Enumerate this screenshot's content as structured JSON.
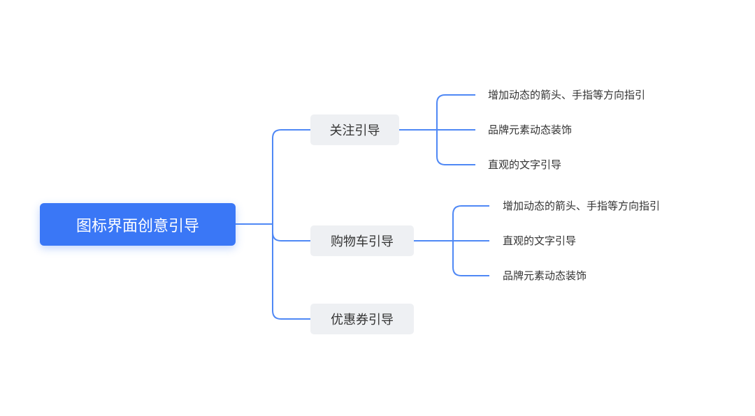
{
  "root": {
    "label": "图标界面创意引导"
  },
  "branches": [
    {
      "label": "关注引导",
      "children": [
        "增加动态的箭头、手指等方向指引",
        "品牌元素动态装饰",
        "直观的文字引导"
      ]
    },
    {
      "label": "购物车引导",
      "children": [
        "增加动态的箭头、手指等方向指引",
        "直观的文字引导",
        "品牌元素动态装饰"
      ]
    },
    {
      "label": "优惠券引导",
      "children": []
    }
  ],
  "colors": {
    "accent": "#3a77f6",
    "line": "#4f88f5",
    "node_bg": "#eef0f3"
  }
}
